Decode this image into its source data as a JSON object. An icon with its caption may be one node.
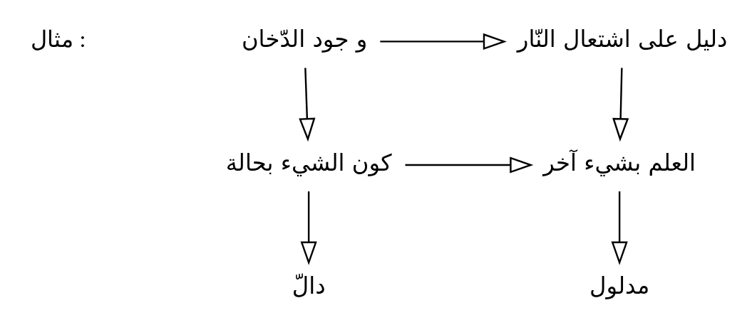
{
  "diagram": {
    "nodes": [
      {
        "text": [
          "و جود الدّخان"
        ]
      },
      {
        "text": [
          "دليل على اشتعال النّار"
        ]
      },
      {
        "text": [
          "كون الشيء بحالة"
        ]
      },
      {
        "text": [
          "العلم بشيء آخر"
        ]
      },
      {
        "text": [
          "دالّ"
        ]
      },
      {
        "text": [
          "مدلول"
        ]
      }
    ],
    "edges": [
      {
        "from": 0,
        "to": 1,
        "arrow": "to"
      },
      {
        "from": 0,
        "to": 2,
        "arrow": "to"
      },
      {
        "from": 1,
        "to": 3,
        "arrow": "to"
      },
      {
        "from": 2,
        "to": 3,
        "arrow": "to"
      },
      {
        "from": 2,
        "to": 4,
        "arrow": "to"
      },
      {
        "from": 3,
        "to": 5,
        "arrow": "to"
      }
    ],
    "labels": [
      "مثال :"
    ]
  }
}
